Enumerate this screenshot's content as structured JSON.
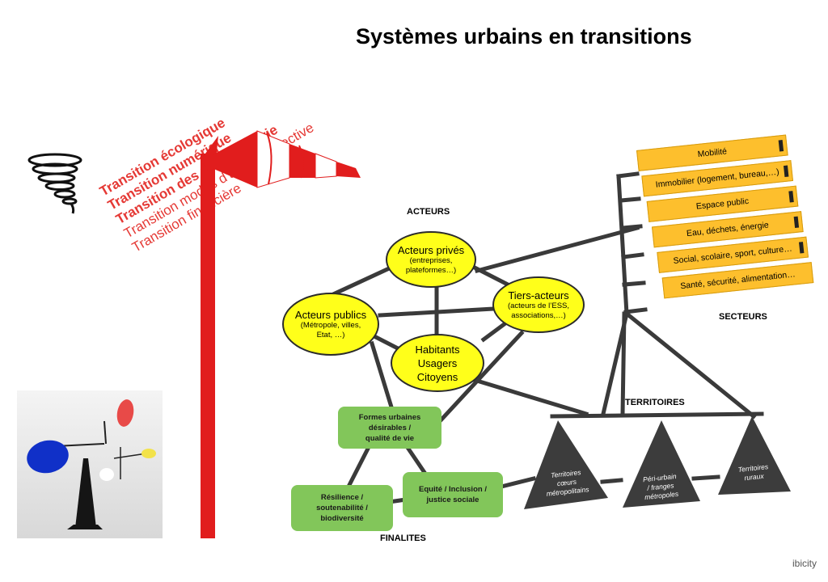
{
  "title": "Systèmes urbains en transitions",
  "signature": "ibicity",
  "transitions": [
    {
      "text": "Transition écologique",
      "bold": true
    },
    {
      "text": "Transition numérique",
      "bold": true
    },
    {
      "text": "Transition des modes de vie",
      "bold": true
    },
    {
      "text": "Transition modes d’action collective",
      "bold": false
    },
    {
      "text": "Transition financière",
      "bold": false
    }
  ],
  "labels": {
    "acteurs": "ACTEURS",
    "secteurs": "SECTEURS",
    "territoires": "TERRITOIRES",
    "finalites": "FINALITES"
  },
  "acteurs": {
    "prives": {
      "title": "Acteurs privés",
      "sub1": "(entreprises,",
      "sub2": "plateformes…)"
    },
    "tiers": {
      "title": "Tiers-acteurs",
      "sub1": "(acteurs de l’ESS,",
      "sub2": "associations,…)"
    },
    "publics": {
      "title": "Acteurs publics",
      "sub1": "(Métropole, villes,",
      "sub2": "Etat, …)"
    },
    "habitants": {
      "l1": "Habitants",
      "l2": "Usagers",
      "l3": "Citoyens"
    }
  },
  "finalites": {
    "formes": {
      "l1": "Formes urbaines",
      "l2": "désirables /",
      "l3": "qualité de vie"
    },
    "resilience": {
      "l1": "Résilience /",
      "l2": "soutenabilité /",
      "l3": "biodiversité"
    },
    "equite": {
      "l1": "Equité / Inclusion /",
      "l2": "justice sociale"
    }
  },
  "secteurs": [
    "Mobilité",
    "Immobilier (logement, bureau,…)",
    "Espace public",
    "Eau, déchets, énergie",
    "Social, scolaire, sport, culture…",
    "Santé, sécurité, alimentation…"
  ],
  "territoires": {
    "metro": {
      "l1": "Territoires",
      "l2": "cœurs",
      "l3": "métropolitains"
    },
    "periurbain": {
      "l1": "Péri-urbain",
      "l2": "/ franges",
      "l3": "métropoles"
    },
    "ruraux": {
      "l1": "Territoires",
      "l2": "ruraux"
    }
  },
  "colors": {
    "acteur_fill": "#ffff1a",
    "finalite_fill": "#82c65a",
    "secteur_fill": "#fdbf2d",
    "territoire_fill": "#3c3c3c",
    "line": "#3a3a3a",
    "transition_red": "#e53935"
  }
}
